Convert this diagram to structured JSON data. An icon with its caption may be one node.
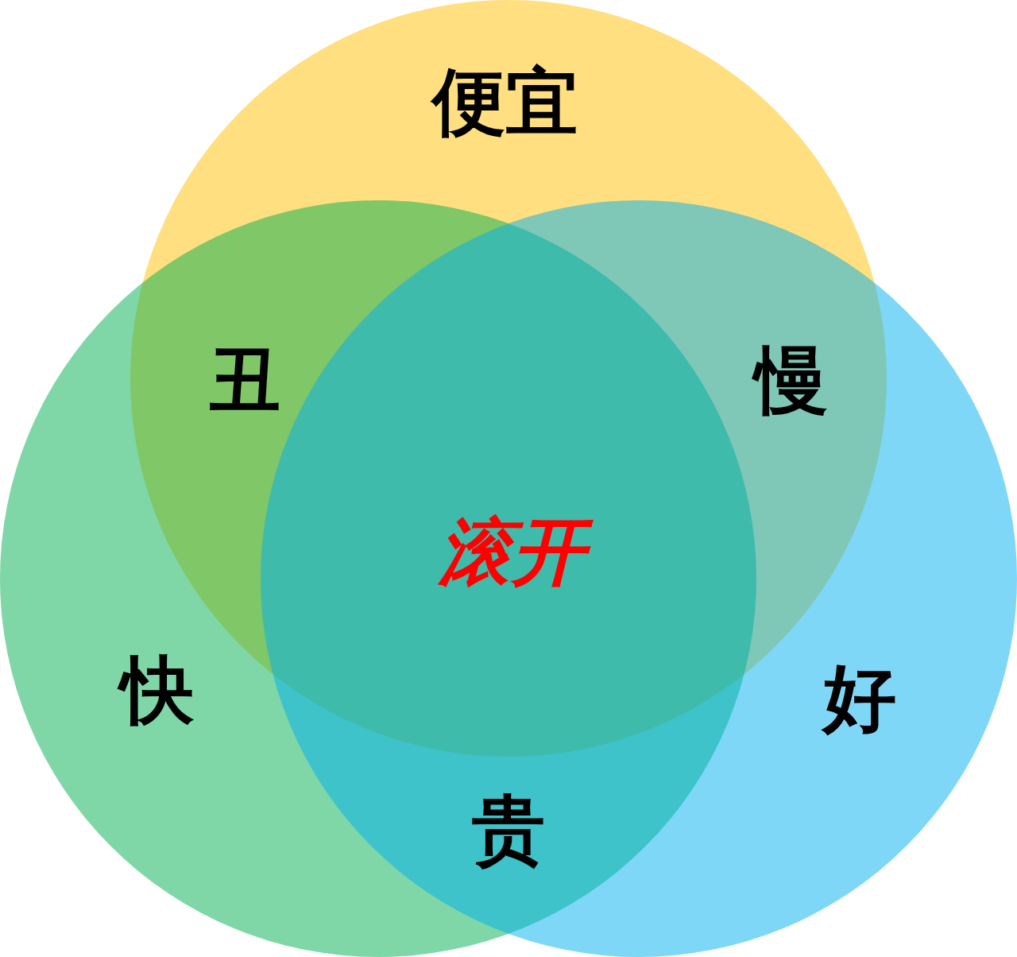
{
  "diagram": {
    "nodes": [
      {
        "text": [
          "便宜"
        ]
      },
      {
        "text": [
          "快"
        ]
      },
      {
        "text": [
          "好"
        ]
      }
    ],
    "labels": [
      "丑",
      "慢",
      "滚开",
      "贵"
    ]
  }
}
